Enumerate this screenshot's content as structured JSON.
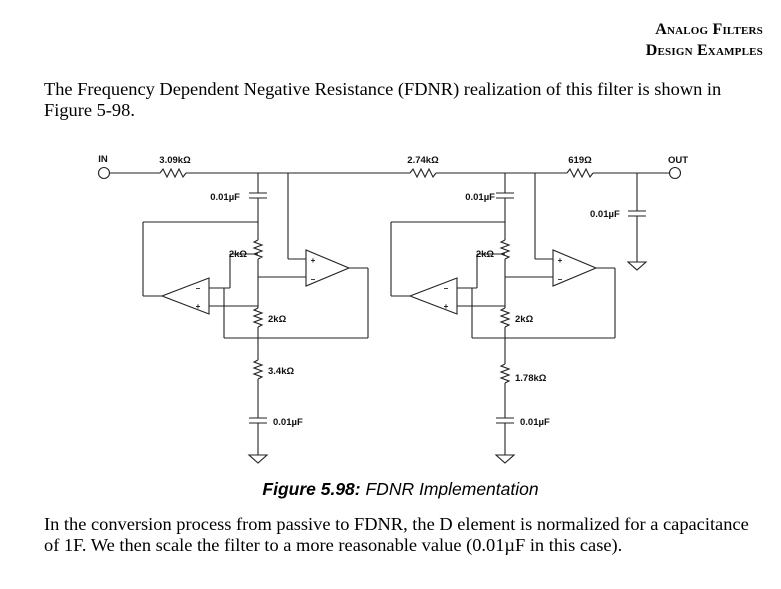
{
  "header": {
    "line1": "Analog Filters",
    "line2": "Design Examples"
  },
  "intro": "The Frequency Dependent Negative Resistance (FDNR) realization of this filter is shown in Figure 5-98.",
  "figure": {
    "caption_label": "Figure 5.98:",
    "caption_text": " FDNR Implementation",
    "labels": {
      "in": "IN",
      "out": "OUT",
      "r_in": "3.09kΩ",
      "r_mid": "2.74kΩ",
      "r_out": "619Ω",
      "c_out": "0.01µF",
      "s1_c_top": "0.01µF",
      "s1_r1": "2kΩ",
      "s1_r2": "2kΩ",
      "s1_r3": "3.4kΩ",
      "s1_c_bot": "0.01µF",
      "s2_c_top": "0.01µF",
      "s2_r1": "2kΩ",
      "s2_r2": "2kΩ",
      "s2_r3": "1.78kΩ",
      "s2_c_bot": "0.01µF",
      "plus": "+",
      "minus": "–"
    }
  },
  "conclusion": "In the conversion process from passive to FDNR, the D element is normalized for a capacitance of 1F. We then scale the filter to a more reasonable value (0.01µF in this case)."
}
